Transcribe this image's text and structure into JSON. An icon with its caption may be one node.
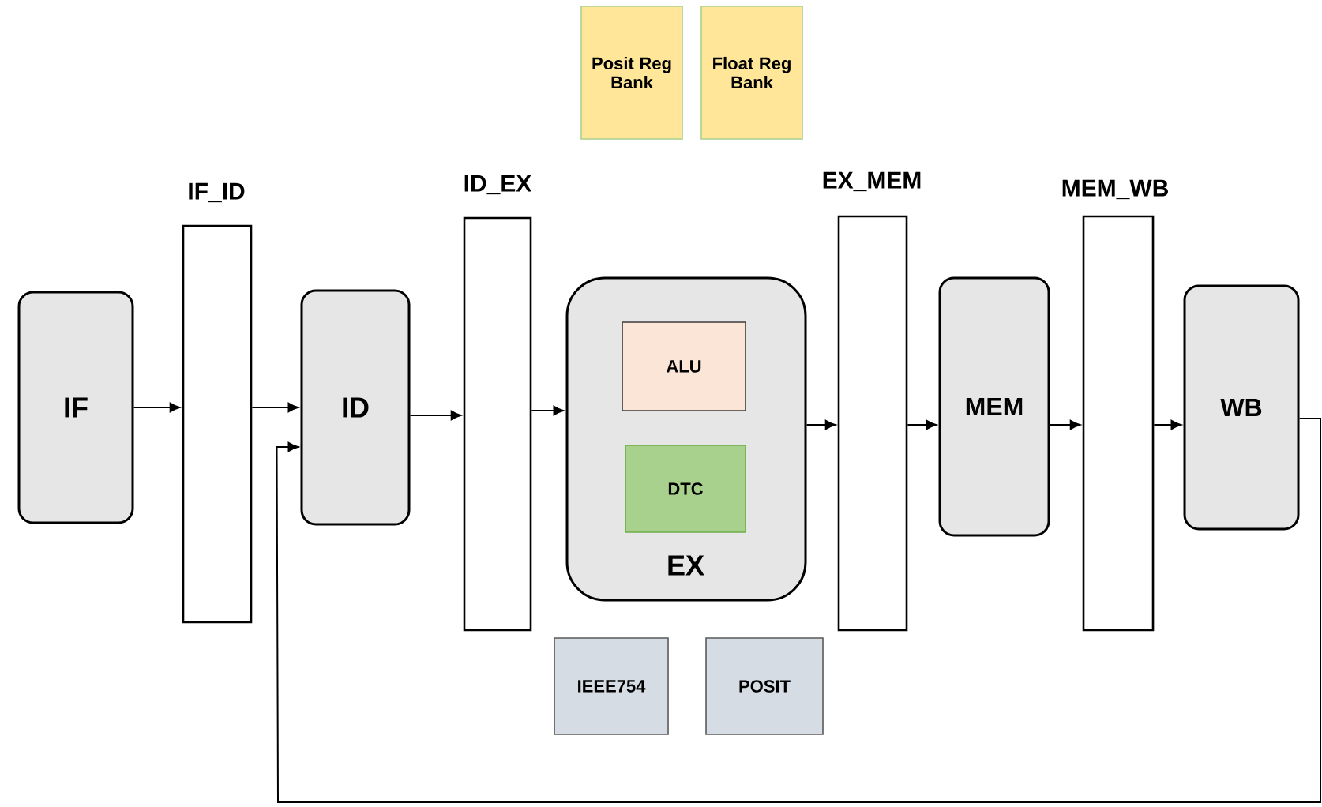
{
  "diagram": {
    "nodes": [
      {
        "text": [
          "Posit Reg Bank"
        ]
      },
      {
        "text": [
          "Float Reg Bank"
        ]
      },
      {
        "text": [
          "IF"
        ]
      },
      {
        "text": [
          "IF_ID"
        ]
      },
      {
        "text": [
          "ID"
        ]
      },
      {
        "text": [
          "ID_EX"
        ]
      },
      {
        "text": [
          "EX"
        ]
      },
      {
        "text": [
          "ALU"
        ],
        "in": 6
      },
      {
        "text": [
          "DTC"
        ],
        "in": 6
      },
      {
        "text": [
          "EX_MEM"
        ]
      },
      {
        "text": [
          "MEM"
        ]
      },
      {
        "text": [
          "MEM_WB"
        ]
      },
      {
        "text": [
          "WB"
        ]
      },
      {
        "text": [
          "IEEE754"
        ]
      },
      {
        "text": [
          "POSIT"
        ]
      }
    ],
    "edges": [
      {
        "from": 2,
        "to": 3,
        "arrow": "to"
      },
      {
        "from": 3,
        "to": 4,
        "arrow": "to"
      },
      {
        "from": 4,
        "to": 5,
        "arrow": "to"
      },
      {
        "from": 5,
        "to": 6,
        "arrow": "to"
      },
      {
        "from": 6,
        "to": 9,
        "arrow": "to"
      },
      {
        "from": 9,
        "to": 10,
        "arrow": "to"
      },
      {
        "from": 10,
        "to": 11,
        "arrow": "to"
      },
      {
        "from": 11,
        "to": 12,
        "arrow": "to"
      },
      {
        "from": 12,
        "to": 4,
        "arrow": "to"
      }
    ]
  }
}
